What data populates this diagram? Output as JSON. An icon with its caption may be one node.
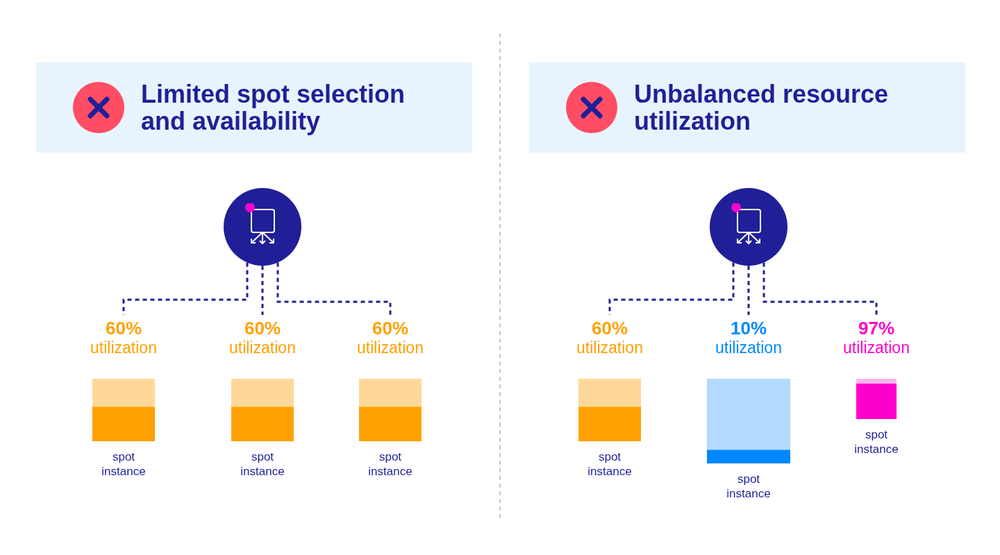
{
  "diagram": {
    "nodes": [
      {
        "text": [
          "Limited spot selection and availability"
        ]
      },
      {
        "text": [],
        "shape": "circle"
      },
      {
        "text": [
          "60%",
          "utilization",
          "spot instance"
        ]
      },
      {
        "text": [
          "60%",
          "utilization",
          "spot instance"
        ]
      },
      {
        "text": [
          "60%",
          "utilization",
          "spot instance"
        ]
      },
      {
        "text": [
          "Unbalanced resource utilization"
        ]
      },
      {
        "text": [],
        "shape": "circle"
      },
      {
        "text": [
          "60%",
          "utilization",
          "spot instance"
        ]
      },
      {
        "text": [
          "10%",
          "utilization",
          "spot instance"
        ]
      },
      {
        "text": [
          "97%",
          "utilization",
          "spot instance"
        ]
      }
    ],
    "edges": [
      {
        "from": 1,
        "to": 2,
        "arrow": "none",
        "style": "dashed"
      },
      {
        "from": 1,
        "to": 3,
        "arrow": "none",
        "style": "dashed"
      },
      {
        "from": 1,
        "to": 4,
        "arrow": "none",
        "style": "dashed"
      },
      {
        "from": 6,
        "to": 7,
        "arrow": "none",
        "style": "dashed"
      },
      {
        "from": 6,
        "to": 8,
        "arrow": "none",
        "style": "dashed"
      },
      {
        "from": 6,
        "to": 9,
        "arrow": "none",
        "style": "dashed"
      }
    ]
  }
}
